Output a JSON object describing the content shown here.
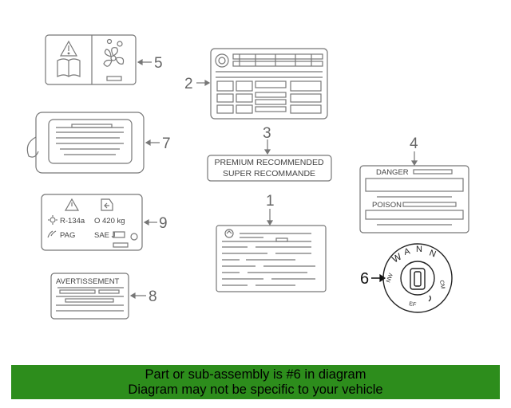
{
  "callouts": {
    "c1": "1",
    "c2": "2",
    "c3": "3",
    "c4": "4",
    "c5": "5",
    "c6": "6",
    "c7": "7",
    "c8": "8",
    "c9": "9"
  },
  "label3": {
    "line1": "PREMIUM  RECOMMENDED",
    "line2": "SUPER  RECOMMANDE"
  },
  "label4": {
    "danger": "DANGER",
    "poison": "POISON"
  },
  "label8": {
    "title": "AVERTISSEMENT"
  },
  "label9": {
    "refrigerant": "R-134a",
    "amount": "O 420 kg",
    "oil": "PAG",
    "sae": "SAE J"
  },
  "highlighted_part": "6",
  "footer": {
    "line1": "Part or sub-assembly is #6 in diagram",
    "line2": "Diagram may not be specific to your vehicle"
  },
  "colors": {
    "footer_bg": "#2d8d1c",
    "line": "#777777"
  }
}
